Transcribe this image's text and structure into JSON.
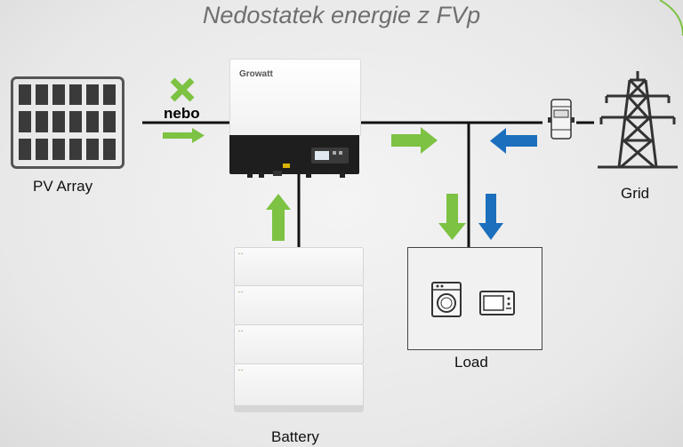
{
  "title": "Nedostatek energie z FVp",
  "labels": {
    "pv_array": "PV Array",
    "grid": "Grid",
    "load": "Load",
    "battery": "Battery",
    "nebo": "nebo"
  },
  "inverter_brand": "Growatt",
  "colors": {
    "green": "#7dc243",
    "blue": "#1c6fbd",
    "line": "#111111",
    "title": "#6f6f6f"
  },
  "icons": [
    "solar-panel-icon",
    "inverter-icon",
    "power-tower-icon",
    "meter-icon",
    "washing-machine-icon",
    "microwave-icon",
    "battery-stack-icon",
    "cross-icon",
    "arrow-icon"
  ]
}
